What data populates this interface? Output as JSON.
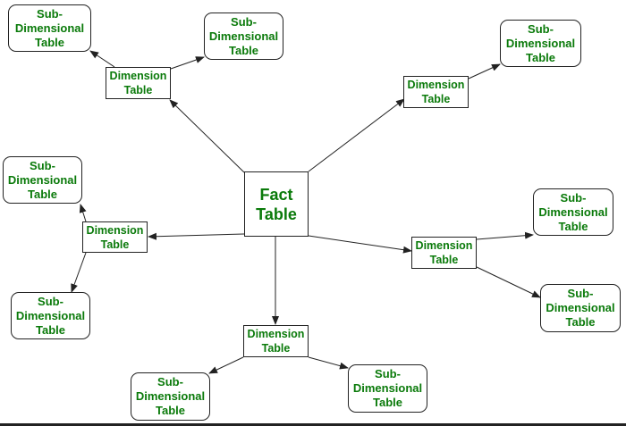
{
  "diagram": {
    "fact": {
      "label": "Fact\nTable"
    },
    "dimensions": {
      "top": {
        "label": "Dimension\nTable"
      },
      "right": {
        "label": "Dimension\nTable"
      },
      "left": {
        "label": "Dimension\nTable"
      },
      "lower_right": {
        "label": "Dimension\nTable"
      },
      "bottom": {
        "label": "Dimension\nTable"
      }
    },
    "sub_dimensions": {
      "top_a": {
        "label": "Sub-\nDimensional\nTable"
      },
      "top_b": {
        "label": "Sub-\nDimensional\nTable"
      },
      "right_a": {
        "label": "Sub-\nDimensional\nTable"
      },
      "left_a": {
        "label": "Sub-\nDimensional\nTable"
      },
      "lowr_a": {
        "label": "Sub-\nDimensional\nTable"
      },
      "left_b": {
        "label": "Sub-\nDimensional\nTable"
      },
      "lowr_b": {
        "label": "Sub-\nDimensional\nTable"
      },
      "bot_a": {
        "label": "Sub-\nDimensional\nTable"
      },
      "bot_b": {
        "label": "Sub-\nDimensional\nTable"
      }
    },
    "colors": {
      "text": "#0a7a0a",
      "line": "#222222",
      "border": "#222222"
    }
  }
}
